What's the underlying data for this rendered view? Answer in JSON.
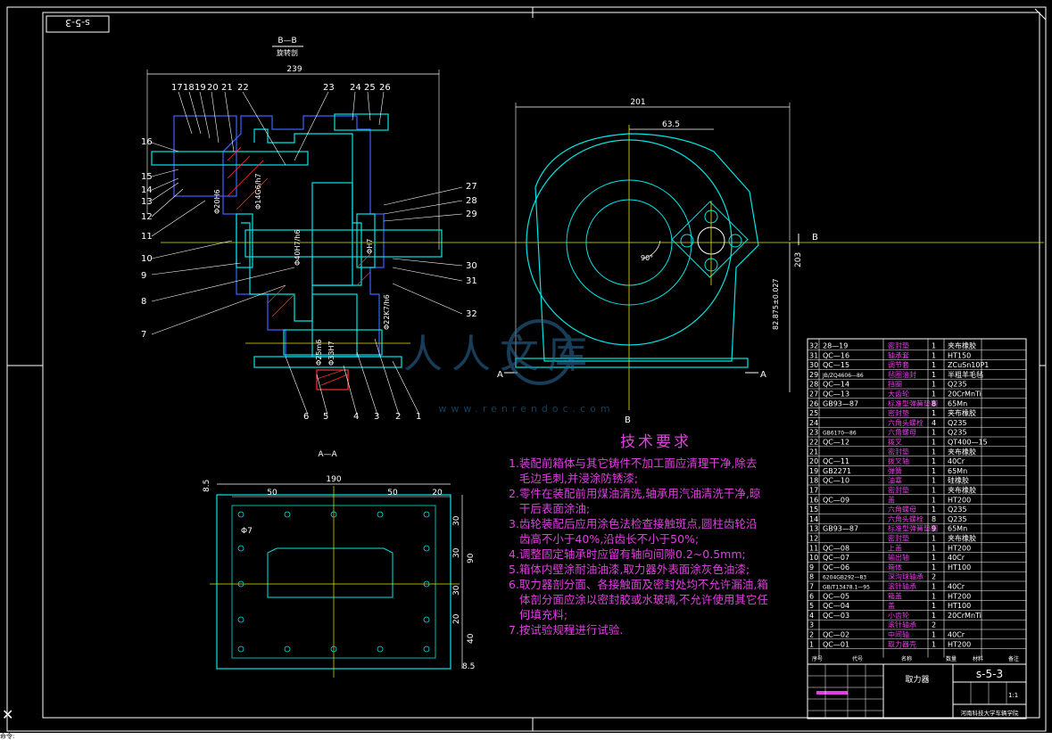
{
  "drawing": {
    "frame_code": "s-5-3",
    "section_bb_title": "B—B",
    "section_bb_sub": "旋转剖",
    "section_aa_title": "A—A",
    "section_letter_a": "A",
    "section_letter_b": "B",
    "dims_main": {
      "d239": "239",
      "d201": "201",
      "d635": "63.5",
      "d90": "90°",
      "d203": "203",
      "d82": "82.875±0.027"
    },
    "dims_shaft": [
      "Φ20H6",
      "Φ14G6/h7",
      "Φ40H7/h6",
      "Φ25m6",
      "Φ33H7",
      "Φ22K7/h6",
      "ΦH7"
    ],
    "dims_aa": {
      "d190": "190",
      "d50a": "50",
      "d50b": "50",
      "d20": "20",
      "d85": "8.5",
      "d85b": "8.5",
      "d90": "90",
      "d30a": "30",
      "d30b": "30",
      "d30c": "30",
      "d20b": "20",
      "d40": "40",
      "d7": "Φ7"
    },
    "part_numbers_left": [
      "17",
      "18",
      "19",
      "20",
      "21",
      "22",
      "23",
      "24",
      "25",
      "26"
    ],
    "part_numbers_side": [
      "16",
      "15",
      "14",
      "13",
      "12",
      "11",
      "10",
      "9",
      "8",
      "7"
    ],
    "part_numbers_right": [
      "27",
      "28",
      "29",
      "30",
      "31",
      "32"
    ],
    "part_numbers_bottom": [
      "6",
      "5",
      "4",
      "3",
      "2",
      "1"
    ]
  },
  "tech": {
    "title": "技术要求",
    "lines": [
      "1.装配前箱体与其它铸件不加工面应清理干净,除去",
      "   毛边毛刺,并浸涂防锈漆;",
      "2.零件在装配前用煤油清洗,轴承用汽油清洗干净,晾",
      "   干后表面涂油;",
      "3.齿轮装配后应用涂色法检查接触斑点,圆柱齿轮沿",
      "   齿高不小于40%,沿齿长不小于50%;",
      "4.调整固定轴承时应留有轴向间隙0.2~0.5mm;",
      "5.箱体内壁涂耐油油漆,取力器外表面涂灰色油漆;",
      "6.取力器剖分面、各接触面及密封处均不允许漏油,箱",
      "   体剖分面应涂以密封胶或水玻璃,不允许使用其它任",
      "   何填充料;",
      "7.按试验规程进行试验."
    ]
  },
  "watermark": {
    "text": "人人文库",
    "url": "www.renrendoc.com"
  },
  "bom": {
    "rows": [
      {
        "no": "32",
        "code": "28—19",
        "name": "密封垫",
        "qty": "1",
        "mat": "夹布橡胶"
      },
      {
        "no": "31",
        "code": "QC—16",
        "name": "轴承套",
        "qty": "1",
        "mat": "HT150"
      },
      {
        "no": "30",
        "code": "QC—15",
        "name": "调节套",
        "qty": "1",
        "mat": "ZCuSn10P1"
      },
      {
        "no": "29",
        "code": "JB/ZQ4606—86",
        "name": "毡圈油封",
        "qty": "1",
        "mat": "半粗羊毛毡"
      },
      {
        "no": "28",
        "code": "QC—14",
        "name": "挡圈",
        "qty": "1",
        "mat": "Q235"
      },
      {
        "no": "27",
        "code": "QC—13",
        "name": "大齿轮",
        "qty": "1",
        "mat": "20CrMnTi"
      },
      {
        "no": "26",
        "code": "GB93—87",
        "name": "标准型弹簧垫圈",
        "qty": "8",
        "mat": "65Mn"
      },
      {
        "no": "25",
        "code": "",
        "name": "密封垫",
        "qty": "1",
        "mat": "夹布橡胶"
      },
      {
        "no": "24",
        "code": "",
        "name": "六角头螺栓",
        "qty": "4",
        "mat": "Q235"
      },
      {
        "no": "23",
        "code": "GB6170—86",
        "name": "六角螺母",
        "qty": "1",
        "mat": "Q235"
      },
      {
        "no": "22",
        "code": "QC—12",
        "name": "拨叉",
        "qty": "1",
        "mat": "QT400—15"
      },
      {
        "no": "21",
        "code": "",
        "name": "密封垫",
        "qty": "1",
        "mat": "夹布橡胶"
      },
      {
        "no": "20",
        "code": "QC—11",
        "name": "拨叉轴",
        "qty": "1",
        "mat": "40Cr"
      },
      {
        "no": "19",
        "code": "GB2271",
        "name": "弹簧",
        "qty": "1",
        "mat": "65Mn"
      },
      {
        "no": "18",
        "code": "QC—10",
        "name": "油塞",
        "qty": "1",
        "mat": "硅橡胶"
      },
      {
        "no": "17",
        "code": "",
        "name": "密封垫",
        "qty": "1",
        "mat": "夹布橡胶"
      },
      {
        "no": "16",
        "code": "QC—09",
        "name": "盖",
        "qty": "1",
        "mat": "HT200"
      },
      {
        "no": "15",
        "code": "",
        "name": "六角螺母",
        "qty": "1",
        "mat": "Q235"
      },
      {
        "no": "14",
        "code": "",
        "name": "六角头螺栓",
        "qty": "8",
        "mat": "Q235"
      },
      {
        "no": "13",
        "code": "GB93—87",
        "name": "标准型弹簧垫圈",
        "qty": "9",
        "mat": "65Mn"
      },
      {
        "no": "12",
        "code": "",
        "name": "密封垫",
        "qty": "1",
        "mat": "夹布橡胶"
      },
      {
        "no": "11",
        "code": "QC—08",
        "name": "上盖",
        "qty": "1",
        "mat": "HT200"
      },
      {
        "no": "10",
        "code": "QC—07",
        "name": "输出轴",
        "qty": "1",
        "mat": "40Cr"
      },
      {
        "no": "9",
        "code": "QC—06",
        "name": "箱体",
        "qty": "1",
        "mat": "HT100"
      },
      {
        "no": "8",
        "code": "6204GB292—83",
        "name": "深沟球轴承",
        "qty": "2",
        "mat": ""
      },
      {
        "no": "7",
        "code": "GB/T13478.1—95",
        "name": "滚针轴承",
        "qty": "1",
        "mat": "40Cr"
      },
      {
        "no": "6",
        "code": "QC—05",
        "name": "箱盖",
        "qty": "1",
        "mat": "HT200"
      },
      {
        "no": "5",
        "code": "QC—04",
        "name": "盖",
        "qty": "1",
        "mat": "HT100"
      },
      {
        "no": "4",
        "code": "QC—03",
        "name": "小齿轮",
        "qty": "1",
        "mat": "20CrMnTi"
      },
      {
        "no": "3",
        "code": "",
        "name": "滚针轴承",
        "qty": "2",
        "mat": ""
      },
      {
        "no": "2",
        "code": "QC—02",
        "name": "中间轴",
        "qty": "1",
        "mat": "40Cr"
      },
      {
        "no": "1",
        "code": "QC—01",
        "name": "取力器壳",
        "qty": "1",
        "mat": "HT200"
      }
    ],
    "header": {
      "no": "序号",
      "code": "代号",
      "name": "名称",
      "qty": "数量",
      "mat": "材料",
      "note": "备注"
    },
    "title_block": {
      "name": "取力器",
      "code": "s-5-3",
      "ratio": "1:1",
      "school": "河南科技大学车辆学院"
    }
  },
  "cmdline": {
    "text": "命令:"
  },
  "colors": {
    "bg": "#000000",
    "cyan": "#00e5e5",
    "yellow": "#e8e800",
    "magenta": "#e040e0",
    "blue": "#4060ff",
    "white": "#ffffff",
    "red": "#ff3030"
  }
}
